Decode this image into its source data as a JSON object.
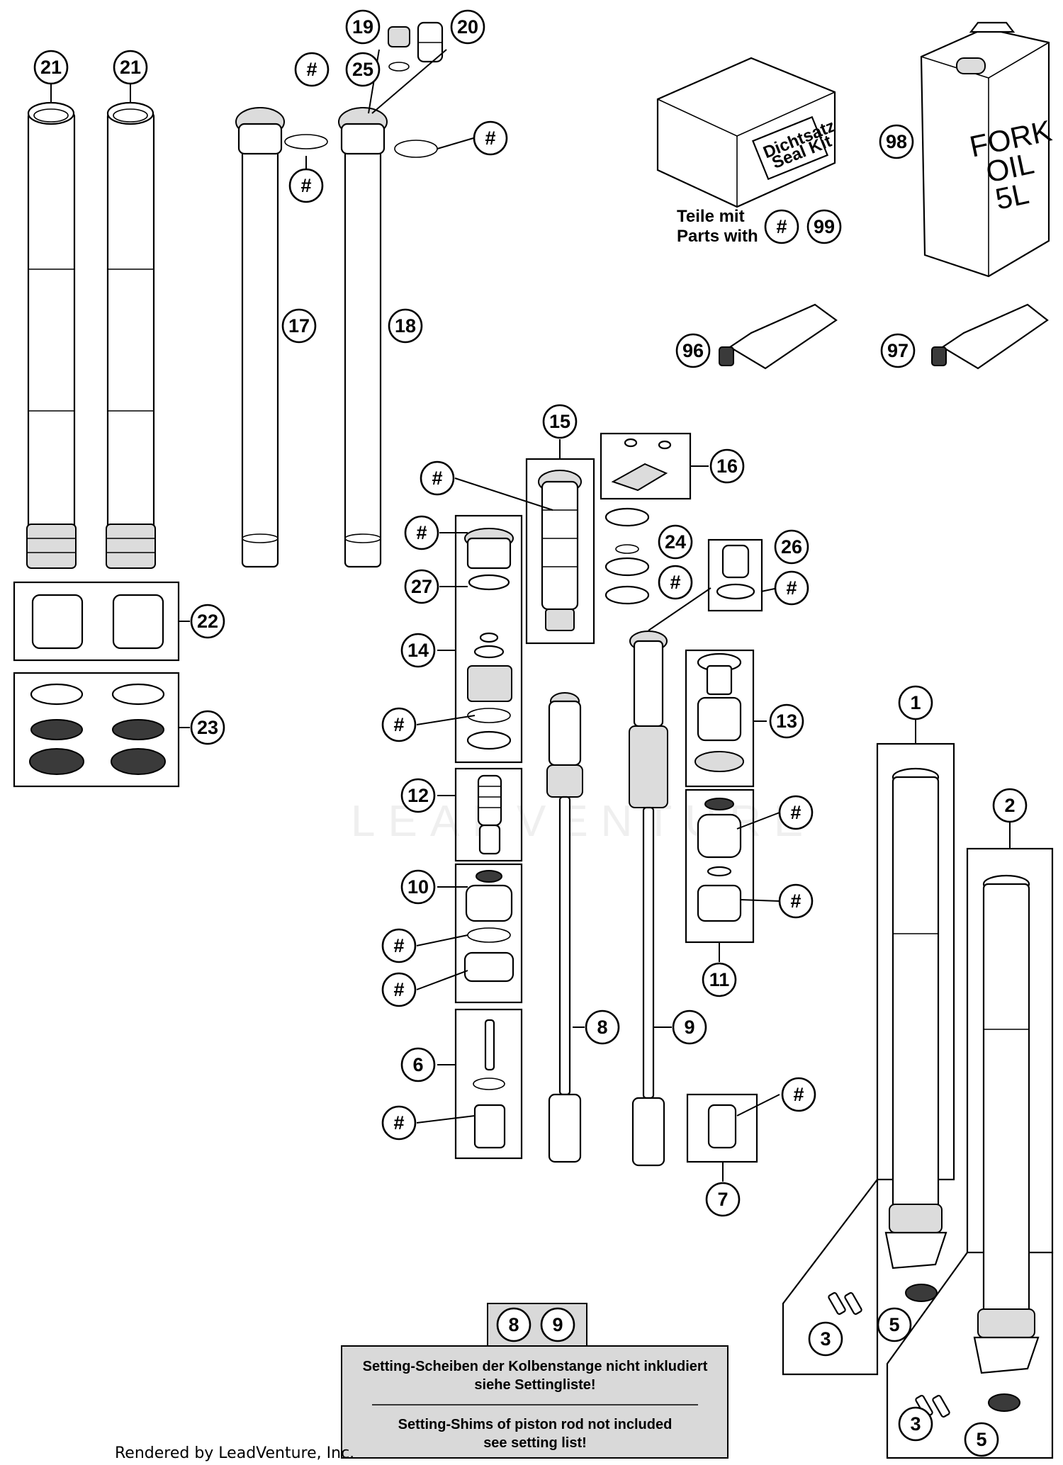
{
  "watermark": "LEADVENTURE",
  "credit": "Rendered by LeadVenture, Inc.",
  "hash": "#",
  "kit": {
    "label_de": "Teile mit",
    "label_en": "Parts with",
    "box_text_1": "Dichtsatz",
    "box_text_2": "Seal Kit",
    "ref": "99"
  },
  "oil_can": {
    "line1": "FORK",
    "line2": "OIL",
    "line3": "5L"
  },
  "note": {
    "refs": [
      "8",
      "9"
    ],
    "de_line1": "Setting-Scheiben der Kolbenstange nicht inkludiert",
    "de_line2": "siehe Settingliste!",
    "en_line1": "Setting-Shims of piston rod not included",
    "en_line2": "see setting list!"
  },
  "callouts": {
    "p21a": "21",
    "p21b": "21",
    "p19": "19",
    "p20": "20",
    "p25": "25",
    "p17": "17",
    "p18": "18",
    "p98": "98",
    "p96": "96",
    "p97": "97",
    "p15": "15",
    "p16": "16",
    "p24": "24",
    "p26": "26",
    "p27": "27",
    "p14": "14",
    "p22": "22",
    "p23": "23",
    "p13": "13",
    "p12": "12",
    "p10": "10",
    "p11": "11",
    "p6": "6",
    "p8": "8",
    "p9": "9",
    "p7": "7",
    "p1": "1",
    "p2": "2",
    "p3a": "3",
    "p5a": "5",
    "p3b": "3",
    "p5b": "5"
  },
  "colors": {
    "line": "#000000",
    "background": "#ffffff",
    "note_fill": "#d9d9d9"
  }
}
